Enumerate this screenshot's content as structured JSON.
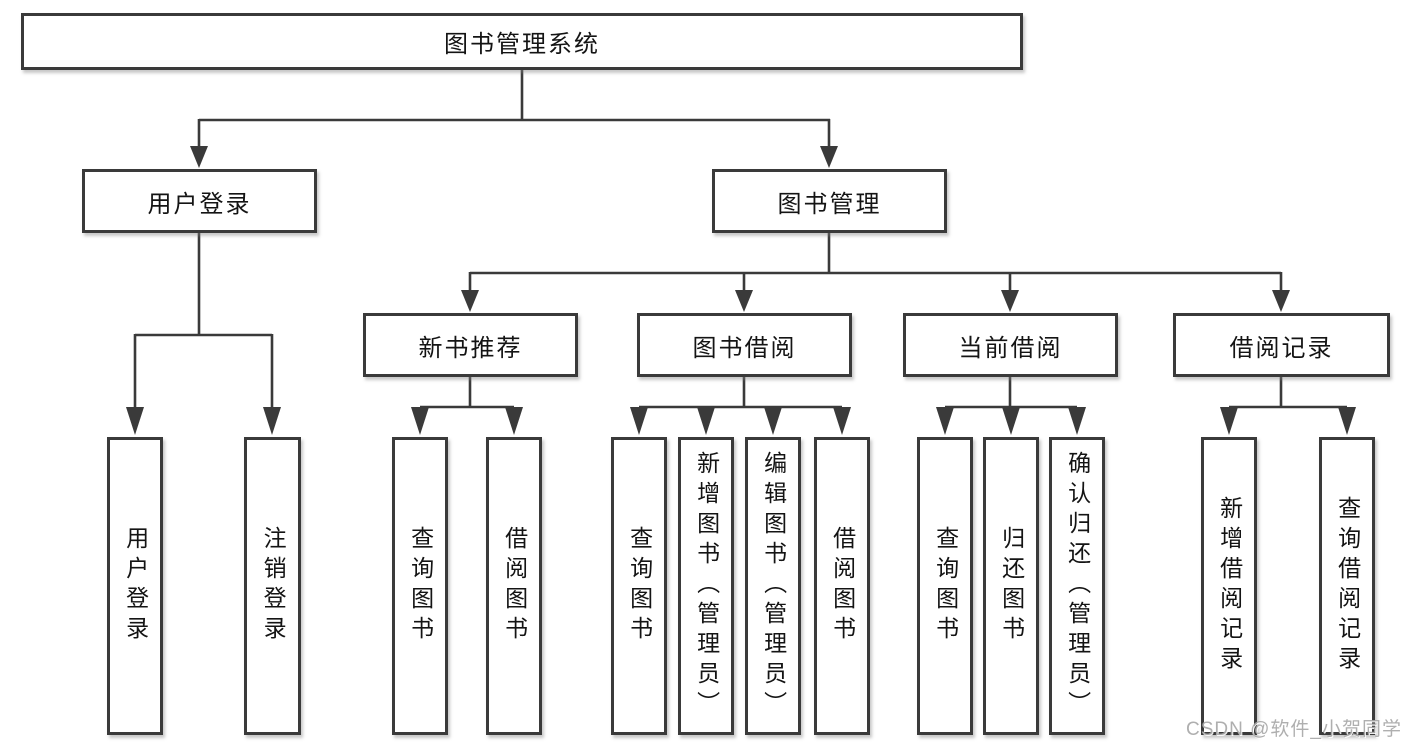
{
  "tree": {
    "label": "图书管理系统",
    "children": [
      {
        "label": "用户登录",
        "children": [
          {
            "label": "用户登录"
          },
          {
            "label": "注销登录"
          }
        ]
      },
      {
        "label": "图书管理",
        "children": [
          {
            "label": "新书推荐",
            "children": [
              {
                "label": "查询图书"
              },
              {
                "label": "借阅图书"
              }
            ]
          },
          {
            "label": "图书借阅",
            "children": [
              {
                "label": "查询图书"
              },
              {
                "label": "新增图书（管理员）"
              },
              {
                "label": "编辑图书（管理员）"
              },
              {
                "label": "借阅图书"
              }
            ]
          },
          {
            "label": "当前借阅",
            "children": [
              {
                "label": "查询图书"
              },
              {
                "label": "归还图书"
              },
              {
                "label": "确认归还（管理员）"
              }
            ]
          },
          {
            "label": "借阅记录",
            "children": [
              {
                "label": "新增借阅记录"
              },
              {
                "label": "查询借阅记录"
              }
            ]
          }
        ]
      }
    ]
  },
  "watermark": "CSDN @软件_小贺同学",
  "colors": {
    "line": "#3a3a3a",
    "box_border": "#3a3a3a",
    "text": "#141414",
    "background": "#ffffff",
    "watermark": "#a8a8a8"
  }
}
